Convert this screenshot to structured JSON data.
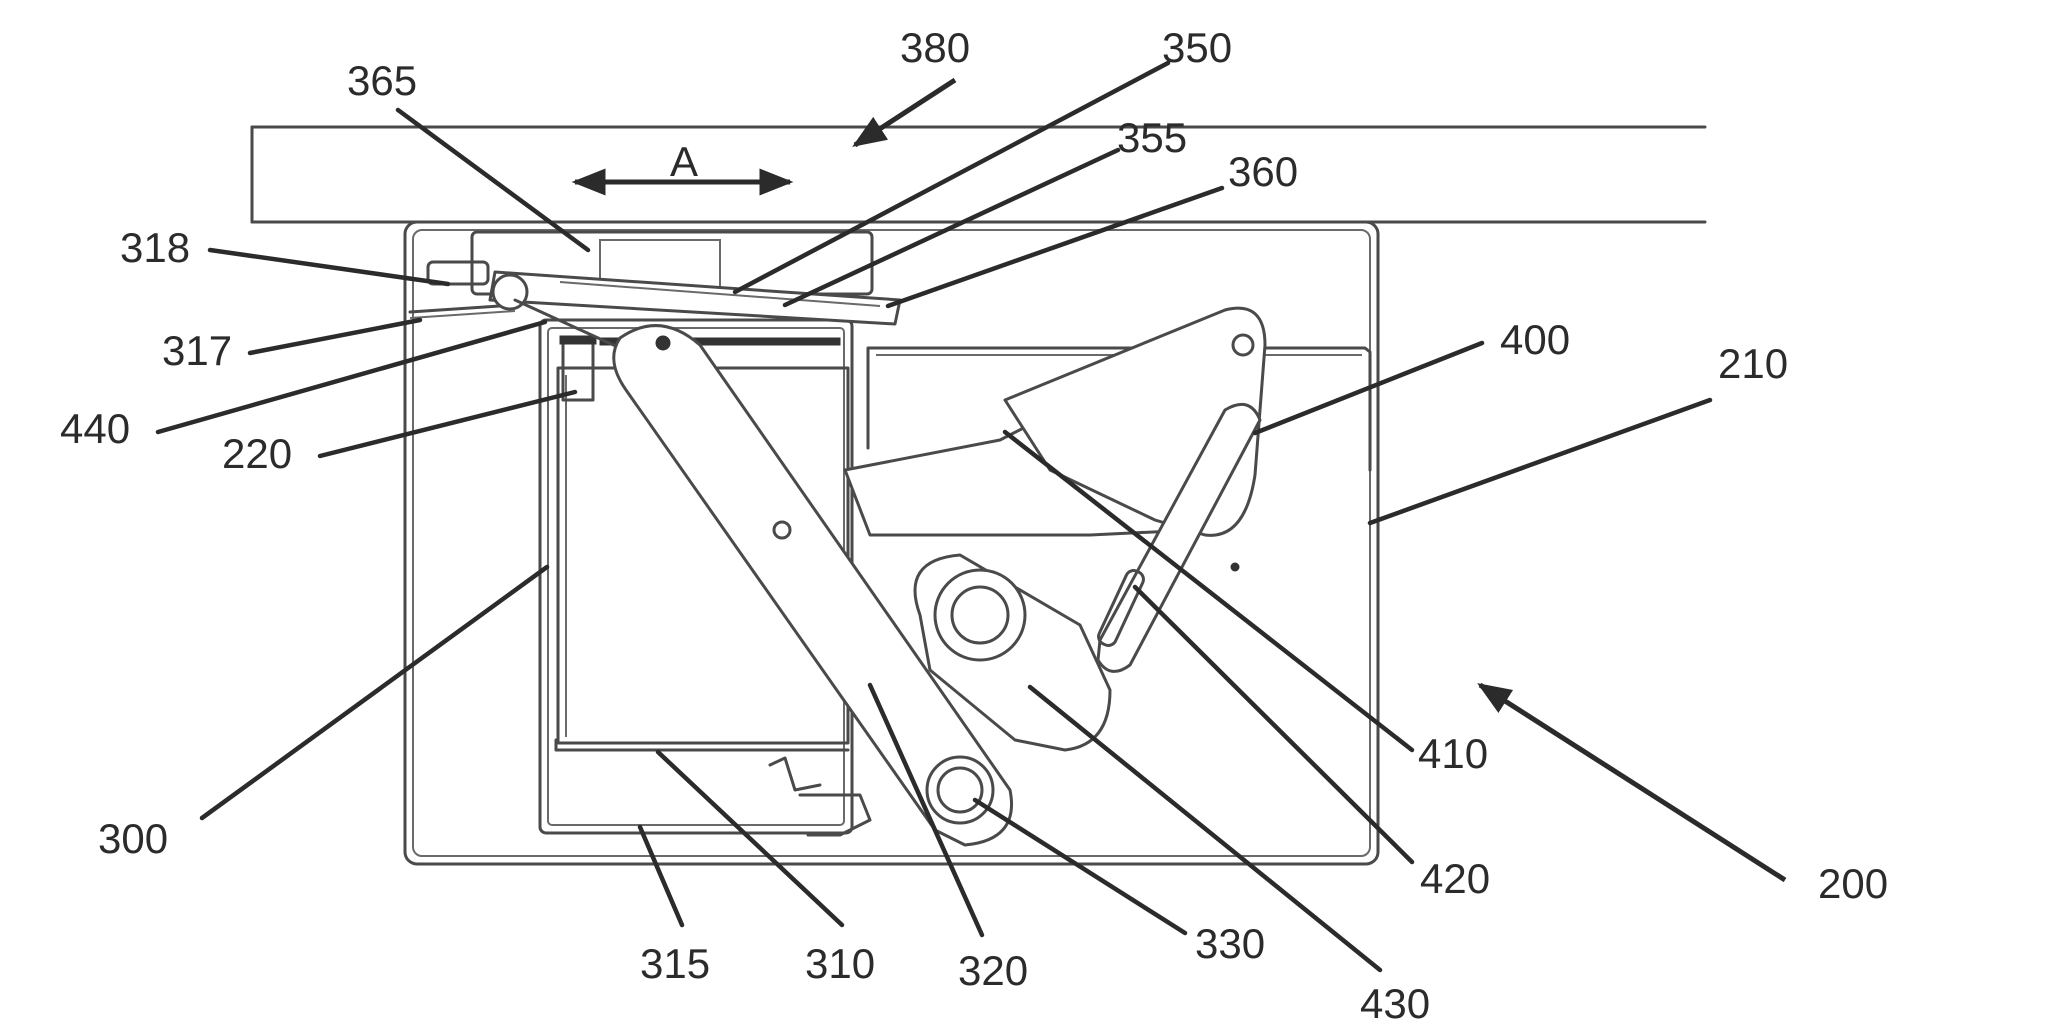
{
  "figure": {
    "labels": {
      "l380": "380",
      "l350": "350",
      "l365": "365",
      "l355": "355",
      "l360": "360",
      "lA": "A",
      "l318": "318",
      "l317": "317",
      "l440": "440",
      "l220": "220",
      "l400": "400",
      "l210": "210",
      "l300": "300",
      "l410": "410",
      "l420": "420",
      "l200": "200",
      "l330": "330",
      "l430": "430",
      "l315": "315",
      "l310": "310",
      "l320": "320"
    }
  }
}
